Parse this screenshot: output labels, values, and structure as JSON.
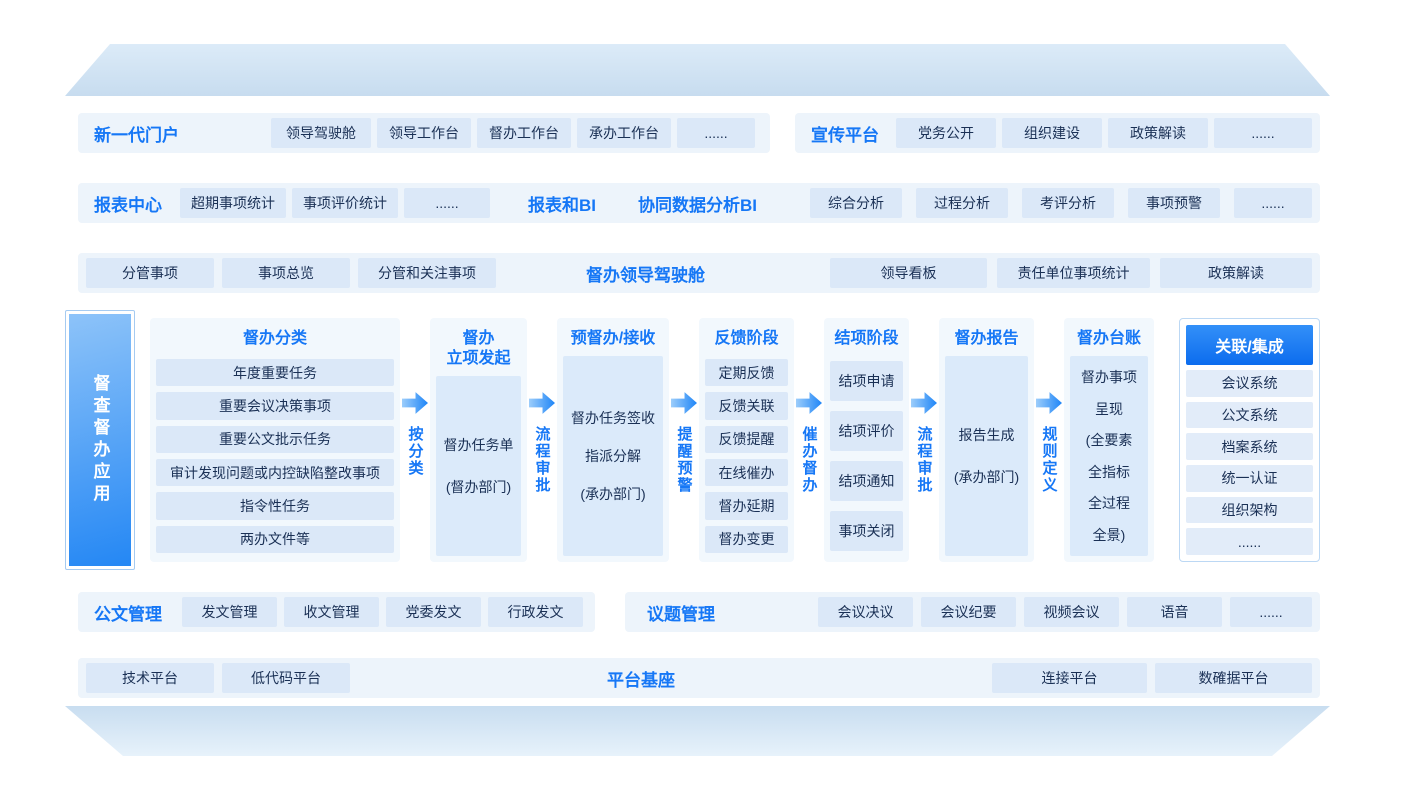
{
  "colors": {
    "accent": "#1677f6",
    "band_bg": "#edf4fb",
    "chip_bg": "#dbe8f8",
    "chip_text": "#1a3055",
    "sidebar_gradient": [
      "#8dc3f9",
      "#2487f4"
    ],
    "integration_header_gradient": [
      "#3390f8",
      "#0c6cee"
    ]
  },
  "portal_row": {
    "left": {
      "title": "新一代门户",
      "items": [
        "领导驾驶舱",
        "领导工作台",
        "督办工作台",
        "承办工作台",
        "......"
      ]
    },
    "right": {
      "title": "宣传平台",
      "items": [
        "党务公开",
        "组织建设",
        "政策解读",
        "......"
      ]
    }
  },
  "report_row": {
    "title": "报表中心",
    "items": [
      "超期事项统计",
      "事项评价统计",
      "......"
    ],
    "title_bi": "报表和BI",
    "title_collab": "协同数据分析BI",
    "right_items": [
      "综合分析",
      "过程分析",
      "考评分析",
      "事项预警",
      "......"
    ]
  },
  "cockpit_row": {
    "left_items": [
      "分管事项",
      "事项总览",
      "分管和关注事项"
    ],
    "title": "督办领导驾驶舱",
    "right_items": [
      "领导看板",
      "责任单位事项统计",
      "政策解读"
    ]
  },
  "core": {
    "side_label": "督查督办应用",
    "c1": {
      "title": "督办分类",
      "items": [
        "年度重要任务",
        "重要会议决策事项",
        "重要公文批示任务",
        "审计发现问题或内控缺陷整改事项",
        "指令性任务",
        "两办文件等"
      ]
    },
    "a1": "按分类",
    "c2": {
      "title_l1": "督办",
      "title_l2": "立项发起",
      "box": [
        "督办任务单",
        "(督办部门)"
      ]
    },
    "a2": "流程审批",
    "c3": {
      "title": "预督办/接收",
      "box": [
        "督办任务签收",
        "指派分解",
        "(承办部门)"
      ]
    },
    "a3": "提醒预警",
    "c4": {
      "title": "反馈阶段",
      "items": [
        "定期反馈",
        "反馈关联",
        "反馈提醒",
        "在线催办",
        "督办延期",
        "督办变更"
      ]
    },
    "a4": "催办督办",
    "c5": {
      "title": "结项阶段",
      "items": [
        "结项申请",
        "结项评价",
        "结项通知",
        "事项关闭"
      ]
    },
    "a5": "流程审批",
    "c6": {
      "title": "督办报告",
      "box": [
        "报告生成",
        "(承办部门)"
      ]
    },
    "a6": "规则定义",
    "c7": {
      "title": "督办台账",
      "box": [
        "督办事项",
        "呈现",
        "(全要素",
        "全指标",
        "全过程",
        "全景)"
      ]
    },
    "integration": {
      "title": "关联/集成",
      "items": [
        "会议系统",
        "公文系统",
        "档案系统",
        "统一认证",
        "组织架构",
        "......"
      ]
    }
  },
  "document_row": {
    "title": "公文管理",
    "items": [
      "发文管理",
      "收文管理",
      "党委发文",
      "行政发文"
    ]
  },
  "topic_row": {
    "title": "议题管理",
    "items": [
      "会议决议",
      "会议纪要",
      "视频会议",
      "语音",
      "......"
    ]
  },
  "platform_row": {
    "title": "平台基座",
    "left_items": [
      "技术平台",
      "低代码平台"
    ],
    "right_items": [
      "连接平台",
      "数確据平台"
    ]
  }
}
